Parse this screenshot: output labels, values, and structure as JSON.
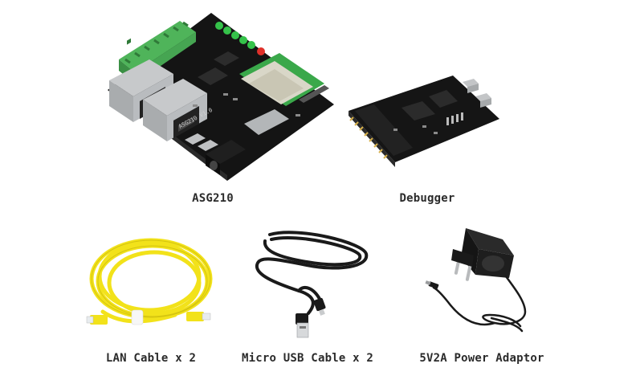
{
  "items": [
    {
      "id": "asg210",
      "caption": "ASG210"
    },
    {
      "id": "debugger",
      "caption": "Debugger"
    },
    {
      "id": "lan-cable",
      "caption": "LAN Cable x 2"
    },
    {
      "id": "micro-usb-cable",
      "caption": "Micro USB Cable x 2"
    },
    {
      "id": "power-adaptor",
      "caption": "5V2A Power Adaptor"
    }
  ],
  "board": {
    "silkscreen": "ASG210 V1.0"
  },
  "colors": {
    "pcb": "#141414",
    "terminal_block": "#4fb45a",
    "rj45_metal": "#b9bcbf",
    "led_green": "#35c24a",
    "led_red": "#e0302a",
    "lan_cable": "#f2e21a",
    "usb_cable": "#1a1a1a",
    "adaptor": "#1c1c1c"
  }
}
